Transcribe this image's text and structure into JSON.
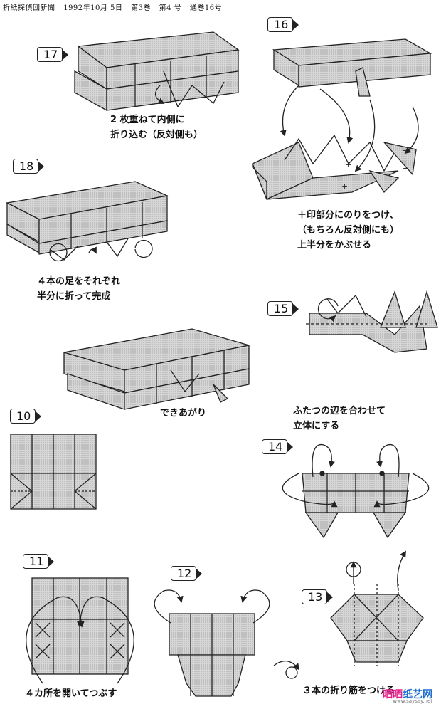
{
  "header": {
    "paper": "折紙探偵団新聞",
    "date": "1992年10月 5日",
    "volume": "第3巻",
    "issue": "第4 号",
    "serial": "通巻16号"
  },
  "steps": {
    "s10": "10",
    "s11": "11",
    "s12": "12",
    "s13": "13",
    "s14": "14",
    "s15": "15",
    "s16": "16",
    "s17": "17",
    "s18": "18"
  },
  "captions": {
    "c17_1": "2 枚重ねて内側に",
    "c17_2": "折り込む（反対側も）",
    "c16_1": "＋印部分にのりをつけ、",
    "c16_2": "（もちろん反対側にも）",
    "c16_3": "上半分をかぶせる",
    "c18_1": "４本の足をそれぞれ",
    "c18_2": "半分に折って完成",
    "done": "できあがり",
    "c14_1": "ふたつの辺を合わせて",
    "c14_2": "立体にする",
    "c11": "４カ所を開いてつぶす",
    "c13": "３本の折り筋をつける"
  },
  "watermark": {
    "a": "晒晒",
    "b": "纸艺网",
    "url": "www.saysay.net"
  },
  "colors": {
    "fill": "#c9c9c9",
    "line": "#222222",
    "pink": "#e0218a",
    "blue": "#1e6fd0"
  }
}
